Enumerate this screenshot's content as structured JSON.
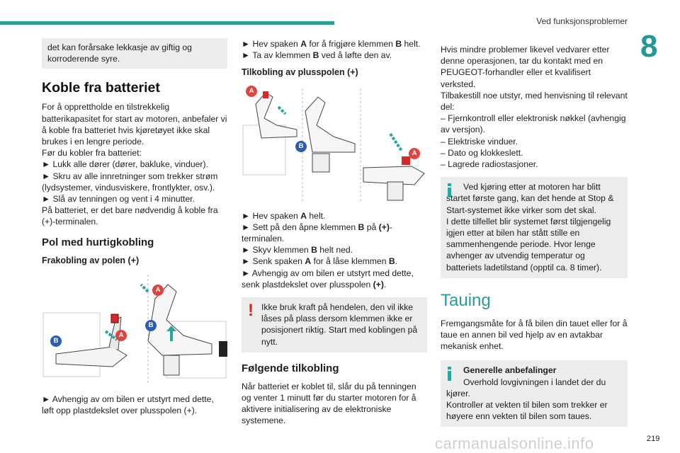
{
  "header": {
    "title": "Ved funksjonsproblemer",
    "chapter": "8"
  },
  "col1": {
    "intro_box": "det kan forårsake lekkasje av giftig og korroderende syre.",
    "h_koble": "Koble fra batteriet",
    "para1": "For å opprettholde en tilstrekkelig batterikapasitet for start av motoren, anbefaler vi å koble fra batteriet hvis kjøretøyet ikke skal brukes i en lengre periode.",
    "para2": "Før du kobler fra batteriet:",
    "bullet1": "► Lukk alle dører (dører, bakluke, vinduer).",
    "bullet2": "► Skru av alle innretninger som trekker strøm (lydsystemer, vindusviskere, frontlykter, osv.).",
    "bullet3": "► Slå av tenningen og vent i 4 minutter.",
    "para3": "På batteriet, er det bare nødvendig å koble fra (+)-terminalen.",
    "h_pol": "Pol med hurtigkobling",
    "h_frakobling": "Frakobling av polen (+)",
    "after_fig": "► Avhengig av om bilen er utstyrt med dette, løft opp plastdekslet over plusspolen (+)."
  },
  "col2": {
    "b1_pre": "► Hev spaken ",
    "b1_a": "A",
    "b1_mid": " for å frigjøre klemmen ",
    "b1_b": "B",
    "b1_post": " helt.",
    "b2_pre": "► Ta av klemmen ",
    "b2_b": "B",
    "b2_post": " ved å løfte den av.",
    "h_tilkobling": "Tilkobling av plusspolen (+)",
    "s1_pre": "► Hev spaken ",
    "s1_a": "A",
    "s1_post": " helt.",
    "s2_pre": "► Sett på den åpne klemmen ",
    "s2_b": "B",
    "s2_mid": " på ",
    "s2_plus": "(+)",
    "s2_post": "-terminalen.",
    "s3_pre": "► Skyv klemmen ",
    "s3_b": "B",
    "s3_post": " helt ned.",
    "s4_pre": "► Senk spaken ",
    "s4_a": "A",
    "s4_mid": " for å låse klemmen ",
    "s4_b": "B",
    "s4_post": ".",
    "s5_pre": "► Avhengig av om bilen er utstyrt med dette, senk plastdekslet over plusspolen ",
    "s5_plus": "(+)",
    "s5_post": ".",
    "warning": "Ikke bruk kraft på hendelen, den vil ikke låses på plass dersom klemmen ikke er posisjonert riktig. Start med koblingen på nytt.",
    "h_folgende": "Følgende tilkobling",
    "folgende_text": "Når batteriet er koblet til, slår du på tenningen og venter 1 minutt før du starter motoren for å aktivere initialisering av de elektroniske systemene."
  },
  "col3": {
    "para1": "Hvis mindre problemer likevel vedvarer etter denne operasjonen, tar du kontakt med en PEUGEOT-forhandler eller et kvalifisert verksted.",
    "para2": "Tilbakestill noe utstyr, med henvisning til relevant del:",
    "dash1": "– Fjernkontroll eller elektronisk nøkkel (avhengig av versjon).",
    "dash2": "– Elektriske vinduer.",
    "dash3": "– Dato og klokkeslett.",
    "dash4": "– Lagrede radiostasjoner.",
    "info1_line": "Ved kjøring etter at motoren har blitt startet første gang, kan det hende at Stop & Start-systemet ikke virker som det skal.",
    "info1_para": "I dette tilfellet blir systemet først tilgjengelig igjen etter at bilen har stått stille en sammenhengende periode. Hvor lenge avhenger av utvendig temperatur og batteriets ladetilstand (opptil ca. 8 timer).",
    "h_tauing": "Tauing",
    "tauing_text": "Fremgangsmåte for å få bilen din tauet eller for å taue en annen bil ved hjelp av en avtakbar mekanisk enhet.",
    "info2_title": "Generelle anbefalinger",
    "info2_line1": "Overhold lovgivningen i landet der du kjører.",
    "info2_line2": "Kontroller at vekten til bilen som trekker er høyere enn vekten til bilen som taues."
  },
  "figure_labels": {
    "a": "A",
    "b": "B"
  },
  "footer": {
    "page": "219",
    "watermark": "carmanualsonline.info"
  },
  "colors": {
    "accent": "#2a9d9b",
    "info_icon": "#2aa6a2",
    "warning_icon": "#e0201b",
    "label_blue": "#2c5db0",
    "label_red": "#e0443f",
    "box_grey": "#ececec"
  }
}
